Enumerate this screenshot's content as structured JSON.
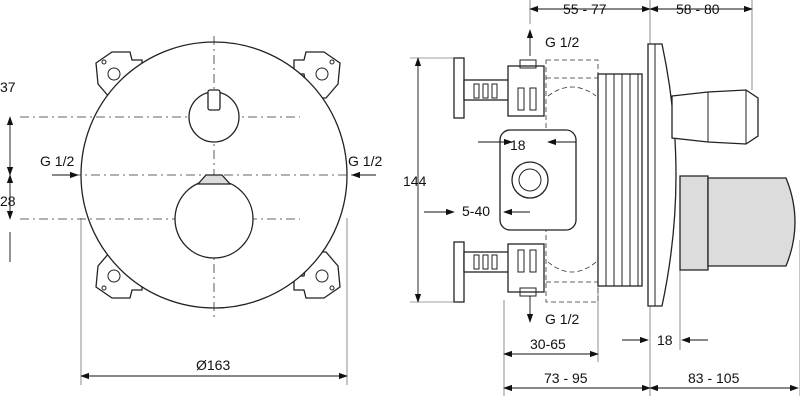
{
  "labels": {
    "dia_163": "Ø163",
    "dim_37": "37",
    "dim_28": "28",
    "dim_144": "144",
    "dim_18_top": "18",
    "dim_5_40": "5-40",
    "dim_30_65": "30-65",
    "dim_18_bottom": "18",
    "dim_55_77": "55 - 77",
    "dim_58_80": "58 - 80",
    "dim_73_95": "73 - 95",
    "dim_83_105": "83 - 105",
    "g_left": "G 1/2",
    "g_right": "G 1/2",
    "g_top": "G 1/2",
    "g_bottom": "G 1/2"
  }
}
